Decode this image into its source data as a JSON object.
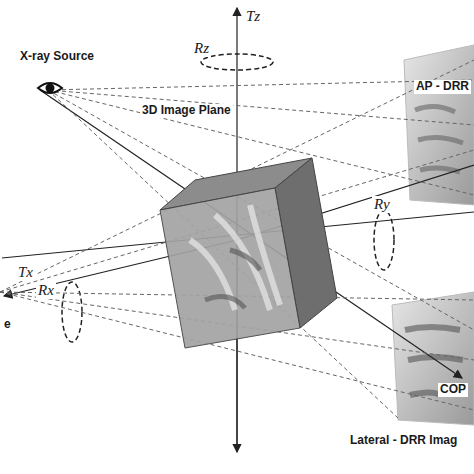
{
  "diagram": {
    "labels": [
      "X-ray Source",
      "3D Image Plane",
      "AP - DRR",
      "COP",
      "Lateral - DRR Imag",
      "e",
      "Tz",
      "Rz",
      "Tx",
      "Rx",
      "Ry"
    ]
  }
}
